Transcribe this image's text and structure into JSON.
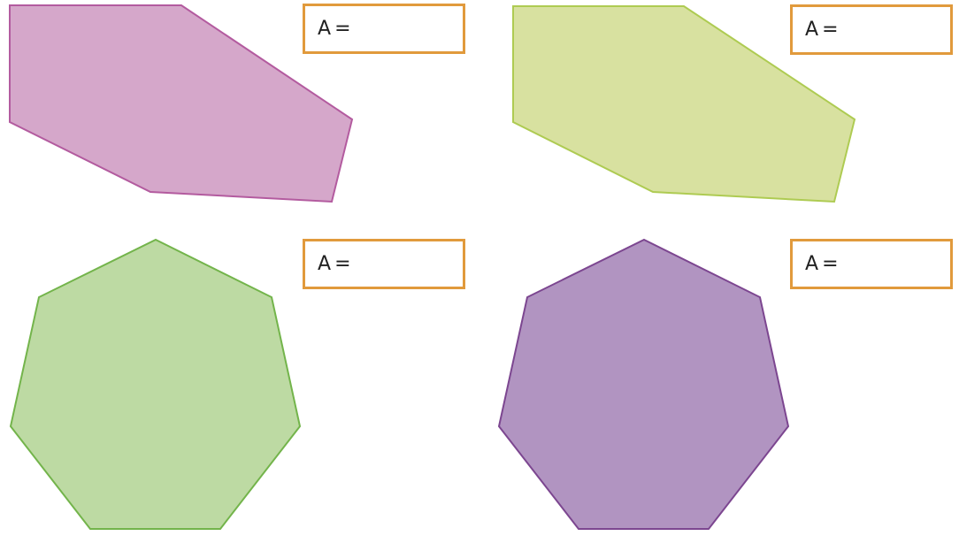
{
  "panels": [
    {
      "id": "top-left",
      "shape": "hexagon",
      "fill": "#d5a7ca",
      "stroke": "#b35b9f",
      "label_var": "A",
      "label_eq": "="
    },
    {
      "id": "top-right",
      "shape": "hexagon",
      "fill": "#d8e1a0",
      "stroke": "#aecb52",
      "label_var": "A",
      "label_eq": "="
    },
    {
      "id": "bottom-left",
      "shape": "heptagon",
      "fill": "#bddaa3",
      "stroke": "#73b44b",
      "label_var": "A",
      "label_eq": "="
    },
    {
      "id": "bottom-right",
      "shape": "heptagon",
      "fill": "#b194c1",
      "stroke": "#7c4690",
      "label_var": "A",
      "label_eq": "="
    }
  ],
  "box_border_color": "#e19a3c"
}
